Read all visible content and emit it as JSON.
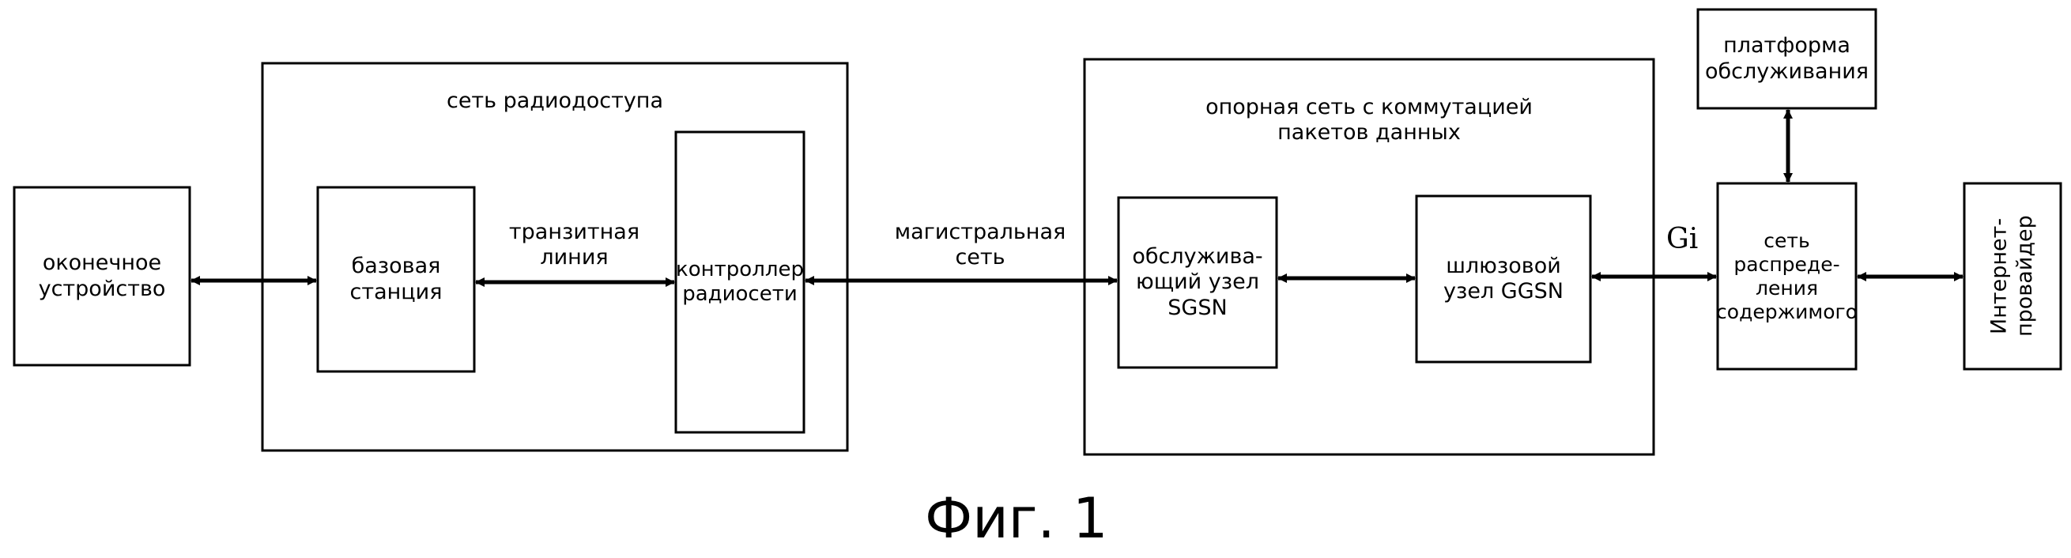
{
  "figure_caption": "Фиг. 1",
  "groups": {
    "radio_access_network": "сеть радиодоступа",
    "core_network": "опорная сеть с коммутацией\nпакетов данных"
  },
  "blocks": {
    "terminal": "оконечное\nустройство",
    "base_station": "базовая\nстанция",
    "radio_controller": "контроллер\nрадиосети",
    "sgsn": "обслужива-\nющий узел\nSGSN",
    "ggsn": "шлюзовой\nузел GGSN",
    "cdn": "сеть\nраспреде-\nления\nсодержимого",
    "service_platform": "платформа\nобслуживания",
    "isp": "Интернет-\nпровайдер"
  },
  "links": {
    "backhaul": "транзитная\nлиния",
    "backbone": "магистральная\nсеть",
    "gi_interface": "Gi"
  }
}
